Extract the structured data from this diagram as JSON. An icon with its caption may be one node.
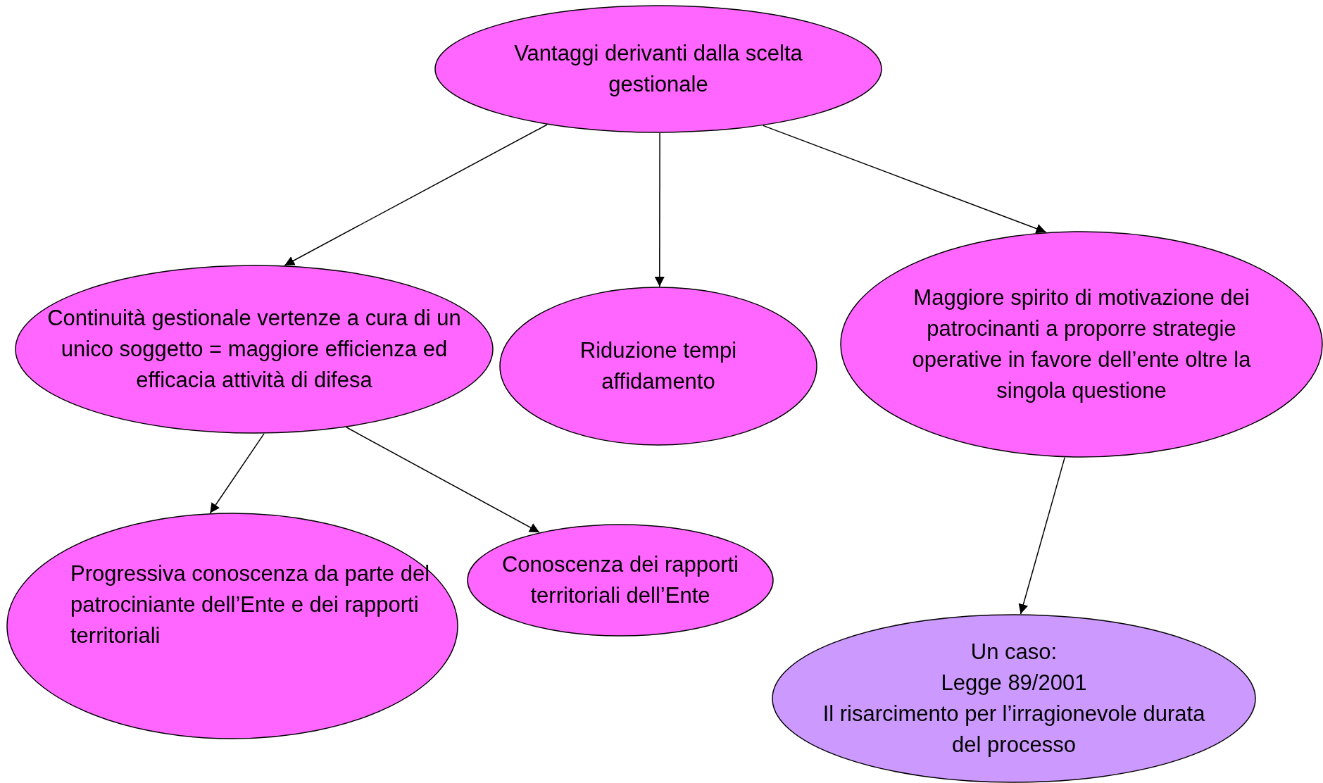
{
  "diagram": {
    "nodes": [
      {
        "text": [
          "Vantaggi derivanti dalla scelta gestionale"
        ]
      },
      {
        "text": [
          "Continuità gestionale vertenze a cura di un unico soggetto = maggiore efficienza ed efficacia attività di difesa"
        ]
      },
      {
        "text": [
          "Riduzione tempi affidamento"
        ]
      },
      {
        "text": [
          "Maggiore spirito di motivazione dei patrocinanti a proporre strategie operative in favore dell’ente oltre la singola questione"
        ]
      },
      {
        "text": [
          "Progressiva conoscenza da parte del patrociniante dell’Ente e dei rapporti territoriali"
        ]
      },
      {
        "text": [
          "Conoscenza dei rapporti territoriali dell’Ente"
        ]
      },
      {
        "text": [
          "Un caso:",
          "Legge 89/2001",
          "Il risarcimento per l’irragionevole durata del processo"
        ]
      }
    ],
    "edges": [
      {
        "from": 0,
        "to": 1,
        "arrow": "to"
      },
      {
        "from": 0,
        "to": 2,
        "arrow": "to"
      },
      {
        "from": 0,
        "to": 3,
        "arrow": "to"
      },
      {
        "from": 1,
        "to": 4,
        "arrow": "to"
      },
      {
        "from": 1,
        "to": 5,
        "arrow": "to"
      },
      {
        "from": 3,
        "to": 6,
        "arrow": "to"
      }
    ]
  }
}
